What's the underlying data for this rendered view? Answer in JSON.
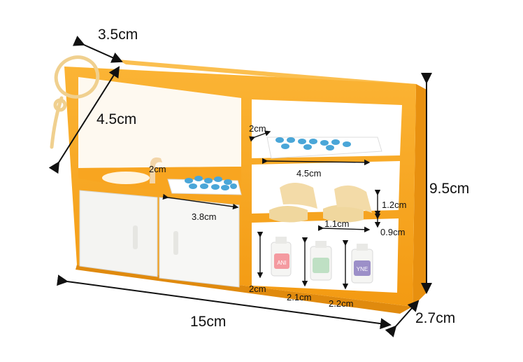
{
  "measurements": {
    "top_depth": "3.5cm",
    "left_height": "4.5cm",
    "tray_width_top": "2cm",
    "top_tray_length": "4.5cm",
    "sink_tap": "2cm",
    "sink_tray_length": "3.8cm",
    "dentures_height": "1.2cm",
    "dentures_width": "1.1cm",
    "shelf_gap": "0.9cm",
    "bottle_1": "2cm",
    "bottle_2": "2.1cm",
    "bottle_3": "2.2cm",
    "total_height": "9.5cm",
    "total_width": "15cm",
    "total_depth": "2.7cm"
  },
  "bottle_labels": [
    "ANI",
    "",
    "YNE"
  ],
  "colors": {
    "frame": "#f7a21b",
    "frame_dark": "#e08a0e",
    "cabinet": "#f4f4f2",
    "pill_blue": "#4aa6d8",
    "denture": "#f0d79e",
    "gum": "#f6a7a0"
  }
}
